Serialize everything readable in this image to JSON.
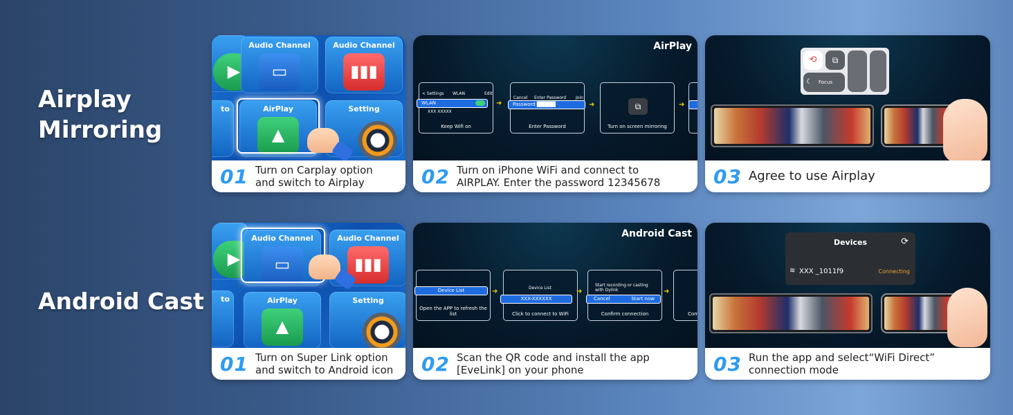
{
  "rows": [
    {
      "title_lines": [
        "Airplay",
        "Mirroring"
      ],
      "steps": [
        {
          "num": "01",
          "text_lines": [
            "Turn on Carplay option",
            "and switch to Airplay"
          ],
          "tiles": [
            "Audio Channel",
            "Audio Channel",
            "to",
            "AirPlay",
            "Setting"
          ]
        },
        {
          "num": "02",
          "text_lines": [
            "Turn on iPhone WiFi and connect to",
            "AIRPLAY. Enter the password 12345678"
          ],
          "brand": "AirPlay",
          "screens": [
            {
              "top_left": "< Settings",
              "top_mid": "WLAN",
              "top_right": "Edit",
              "bar": "WLAN",
              "sub": "XXX XXXXX",
              "caption": "Keep Wifi  on"
            },
            {
              "top_left": "Cancel",
              "top_mid": "Enter Password",
              "top_right": "Join",
              "bar": "Password █████",
              "caption": "Enter Password"
            },
            {
              "caption": "Turn on screen mirroring"
            }
          ]
        },
        {
          "num": "03",
          "text_lines": [
            "Agree to use Airplay"
          ],
          "focus_label": "Focus"
        }
      ]
    },
    {
      "title_lines": [
        "Android Cast"
      ],
      "steps": [
        {
          "num": "01",
          "text_lines": [
            "Turn on Super Link option",
            "and switch to Android icon"
          ],
          "tiles": [
            "Audio Channel",
            "Audio Channel",
            "to",
            "AirPlay",
            "Setting"
          ]
        },
        {
          "num": "02",
          "text_lines": [
            "Scan the QR code and install the app",
            "[EveLink] on your phone"
          ],
          "brand": "Android Cast",
          "screens": [
            {
              "bar": "Device List",
              "caption": "Open the APP to refresh the list"
            },
            {
              "top_mid": "Device List",
              "bar": "XXX-XXXXXX",
              "caption": "Click to connect to WiFi"
            },
            {
              "top_left": "Start recording or casting with Dylink",
              "bar_left": "Cancel",
              "bar_right": "Start now",
              "caption": "Confirm connection"
            },
            {
              "caption": "Com"
            }
          ]
        },
        {
          "num": "03",
          "text_lines": [
            "Run the app and select“WiFi Direct”",
            "connection mode"
          ],
          "devices_title": "Devices",
          "device_name": "XXX _1011f9",
          "device_status": "Connecting"
        }
      ]
    }
  ]
}
